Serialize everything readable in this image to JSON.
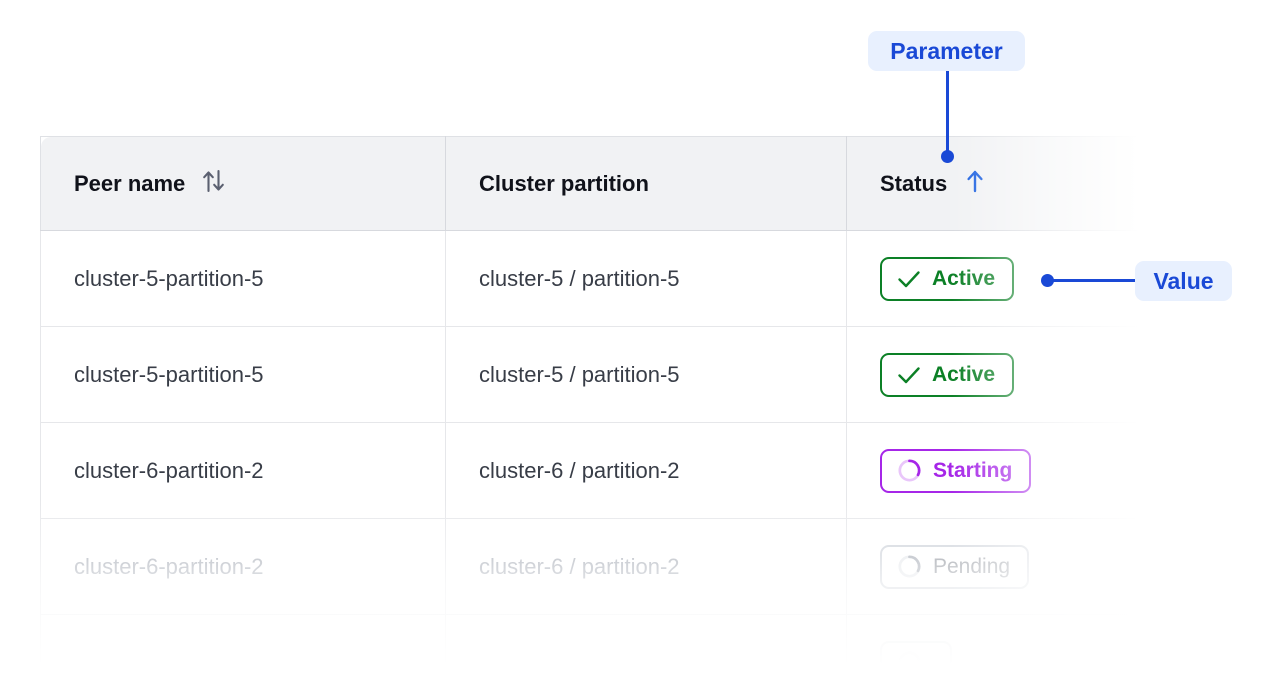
{
  "table": {
    "columns": [
      {
        "label": "Peer name",
        "sort_icon": "sort-updown-icon",
        "sort_state": "none"
      },
      {
        "label": "Cluster partition",
        "sort_icon": null,
        "sort_state": "none"
      },
      {
        "label": "Status",
        "sort_icon": "arrow-up-icon",
        "sort_state": "ascending"
      }
    ],
    "rows": [
      {
        "peer_name": "cluster-5-partition-5",
        "cluster_partition": "cluster-5 / partition-5",
        "status": {
          "label": "Active",
          "icon": "check-icon",
          "variant": "active"
        },
        "dimmed": false
      },
      {
        "peer_name": "cluster-5-partition-5",
        "cluster_partition": "cluster-5 / partition-5",
        "status": {
          "label": "Active",
          "icon": "check-icon",
          "variant": "active"
        },
        "dimmed": false
      },
      {
        "peer_name": "cluster-6-partition-2",
        "cluster_partition": "cluster-6 / partition-2",
        "status": {
          "label": "Starting",
          "icon": "spinner-icon",
          "variant": "starting"
        },
        "dimmed": false
      },
      {
        "peer_name": "cluster-6-partition-2",
        "cluster_partition": "cluster-6 / partition-2",
        "status": {
          "label": "Pending",
          "icon": "spinner-icon",
          "variant": "pending"
        },
        "dimmed": true
      }
    ]
  },
  "annotations": {
    "parameter": {
      "label": "Parameter"
    },
    "value": {
      "label": "Value"
    }
  },
  "colors": {
    "accent_blue": "#1a49d6",
    "callout_bg": "#e8f0fe",
    "status_active": "#0c8026",
    "status_starting": "#a626e8",
    "status_pending": "#8b9099",
    "header_bg": "#f1f2f4",
    "text_primary": "#10121a",
    "text_body": "#383d47",
    "text_dim": "#9aa0ab",
    "border": "#e6e7ea"
  }
}
